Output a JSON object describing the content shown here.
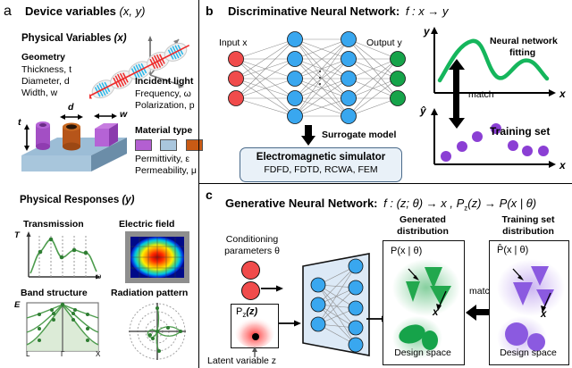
{
  "figure": {
    "panels": [
      "a",
      "b",
      "c"
    ]
  },
  "panel_a": {
    "letter": "a",
    "title": "Device variables",
    "title_math": "(x, y)",
    "physical_variables_title": "Physical Variables",
    "physical_variables_math": "(x)",
    "geometry_title": "Geometry",
    "geometry_items": [
      "Thickness, t",
      "Diameter, d",
      "Width, w"
    ],
    "incident_light_title": "Incident light",
    "incident_light_items": [
      "Frequency, ω",
      "Polarization, p"
    ],
    "material_type_title": "Material type",
    "material_items": [
      "Permittivity, ε",
      "Permeability, μ"
    ],
    "material_colors": [
      "#b35fd1",
      "#a9c6dd",
      "#c85a14"
    ],
    "device_labels": [
      "t",
      "d",
      "w"
    ],
    "responses_title": "Physical Responses",
    "responses_math": "(y)",
    "responses": [
      {
        "name": "Transmission",
        "ylabel": "T",
        "xlabel": "ω"
      },
      {
        "name": "Electric field",
        "ylabel": "",
        "xlabel": ""
      },
      {
        "name": "Band structure",
        "ylabel": "E",
        "xticks": [
          "L",
          "Γ",
          "X"
        ]
      },
      {
        "name": "Radiation pattern",
        "ylabel": "",
        "xlabel": ""
      }
    ]
  },
  "panel_b": {
    "letter": "b",
    "title": "Discriminative Neural Network:",
    "title_math": "f : x → y",
    "input_label": "Input x",
    "output_label": "Output y",
    "layer_counts": [
      3,
      5,
      5,
      3
    ],
    "node_colors": {
      "input": "#f04b4b",
      "hidden": "#39a7ef",
      "output": "#16a34a"
    },
    "surrogate_label": "Surrogate model",
    "simulator_title": "Electromagnetic simulator",
    "simulator_methods": "FDFD, FDTD, RCWA, FEM",
    "fit_label_line1": "Neural network",
    "fit_label_line2": "fitting",
    "fit_axis_y": "y",
    "fit_axis_x": "x",
    "match_label": "match",
    "training_label": "Training set",
    "training_axis_y": "ŷ",
    "training_axis_x": "x",
    "curve_color": "#15b65c",
    "dot_color": "#8b3fd4"
  },
  "panel_c": {
    "letter": "c",
    "title": "Generative Neural Network:",
    "title_math": "f : (z; θ) → x , P",
    "title_math_sub": "z",
    "title_math_2": "(z) → P(x | θ)",
    "conditioning_line1": "Conditioning",
    "conditioning_line2": "parameters θ",
    "latent_box_label": "P",
    "latent_box_sub": "z",
    "latent_box_arg": "(z)",
    "latent_caption": "Latent variable z",
    "generated_title_line1": "Generated",
    "generated_title_line2": "distribution",
    "generated_dist_label": "P(x | θ)",
    "generated_x_label": "x",
    "generated_space_label": "Design space",
    "training_title_line1": "Training set",
    "training_title_line2": "distribution",
    "training_dist_label": "P̂(x | θ)",
    "training_x_label": "x",
    "training_space_label": "Design space",
    "match_label": "match",
    "generator_layer_counts": [
      3,
      5
    ],
    "colors": {
      "green": "#22a84e",
      "purple": "#8b5ae0",
      "red": "#f04b4b",
      "node_blue": "#39a7ef",
      "generator_fill": "#dce9f6"
    }
  }
}
